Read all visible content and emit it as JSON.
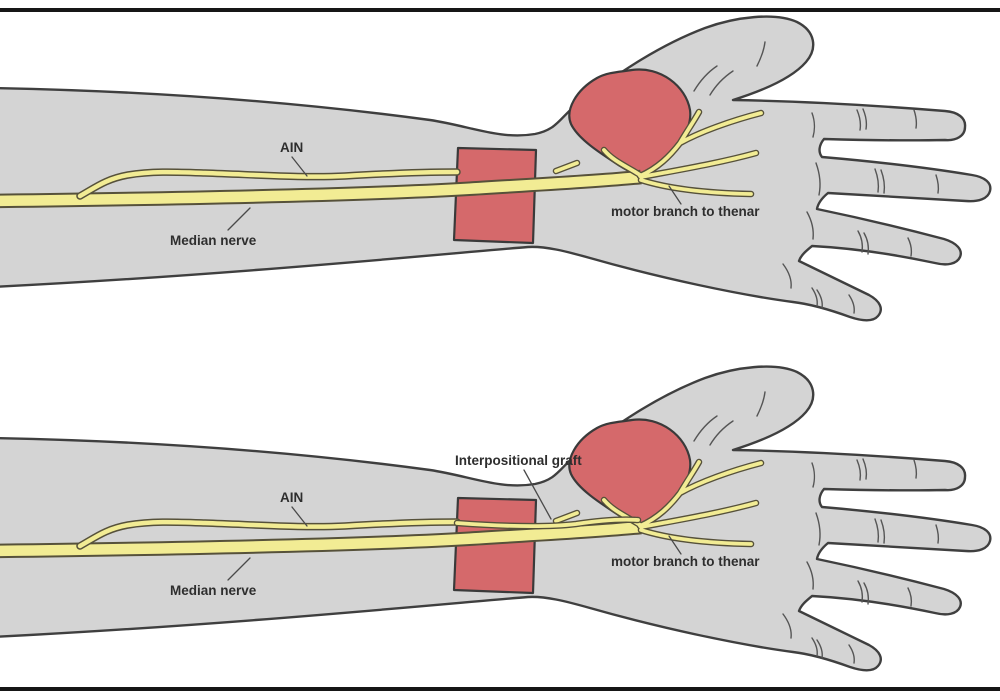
{
  "figure": {
    "description_labels_only": true,
    "background": "#ffffff"
  },
  "colors": {
    "limb_fill": "#d4d4d4",
    "limb_outline": "#3f3f3f",
    "nerve_fill": "#f2ec94",
    "nerve_outline": "#56513a",
    "muscle_red": "#d5696b",
    "frame_line": "#161616",
    "label_text": "#2e2e2e",
    "leader_line": "#4a4a4a"
  },
  "panels": {
    "top": {
      "labels": {
        "ain": "AIN",
        "median_nerve": "Median nerve",
        "motor_branch": "motor branch to thenar"
      }
    },
    "bottom": {
      "labels": {
        "ain": "AIN",
        "median_nerve": "Median nerve",
        "motor_branch": "motor branch to thenar",
        "graft": "Interpositional graft"
      }
    }
  }
}
